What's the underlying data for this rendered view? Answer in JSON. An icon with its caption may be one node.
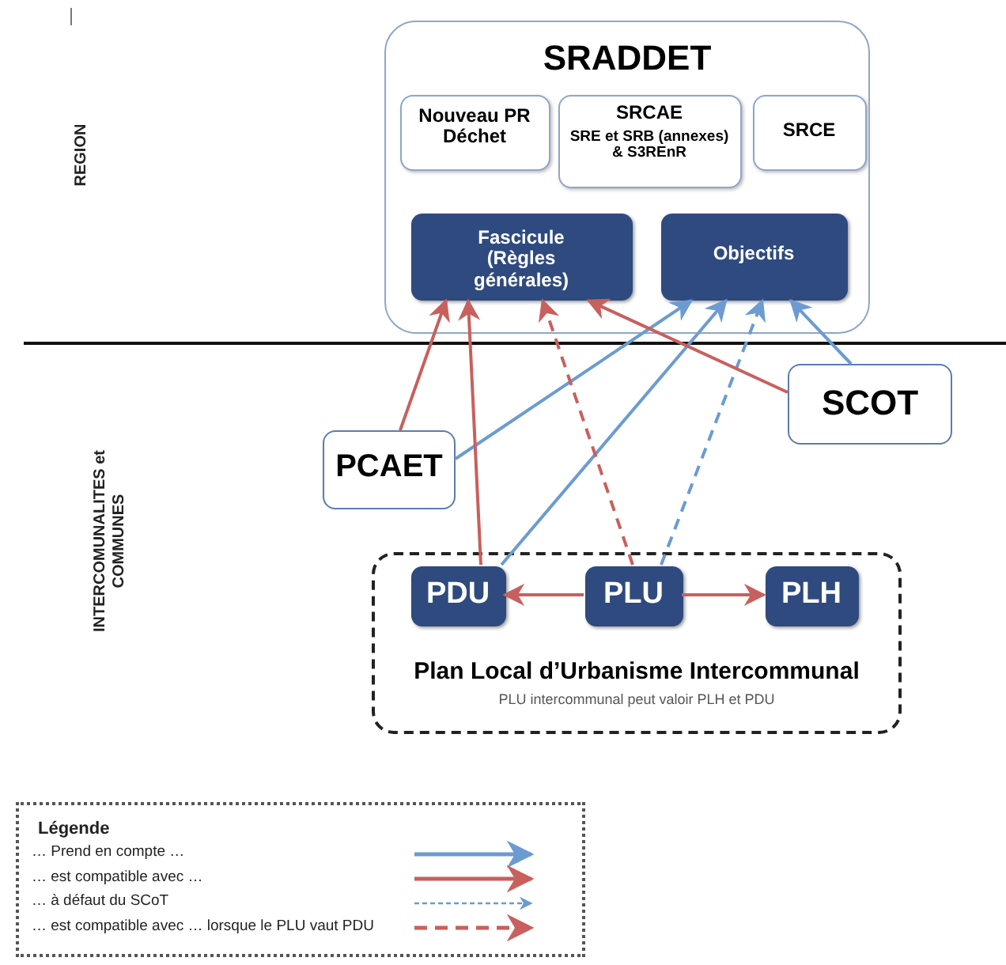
{
  "diagram": {
    "nodes": [
      {
        "text": [
          "SRADDET"
        ]
      },
      {
        "text": [
          "Nouveau PR Déchet"
        ],
        "in": 0
      },
      {
        "text": [
          "SRCAE",
          "SRE et SRB (annexes) & S3REnR"
        ],
        "in": 0
      },
      {
        "text": [
          "SRCE"
        ],
        "in": 0
      },
      {
        "text": [
          "Fascicule (Règles générales)"
        ],
        "in": 0
      },
      {
        "text": [
          "Objectifs"
        ],
        "in": 0
      },
      {
        "text": [
          "SCOT"
        ]
      },
      {
        "text": [
          "PCAET"
        ]
      },
      {
        "text": [
          "Plan Local d’Urbanisme Intercommunal",
          "PLU intercommunal peut valoir PLH et PDU"
        ]
      },
      {
        "text": [
          "PDU"
        ],
        "in": 8
      },
      {
        "text": [
          "PLU"
        ],
        "in": 8
      },
      {
        "text": [
          "PLH"
        ],
        "in": 8
      }
    ],
    "edges": [
      {
        "from": 7,
        "to": 4,
        "arrow": "to"
      },
      {
        "from": 7,
        "to": 5,
        "arrow": "to",
        "color": "#6b9bd1"
      },
      {
        "from": 9,
        "to": 4,
        "arrow": "to"
      },
      {
        "from": 9,
        "to": 5,
        "arrow": "to",
        "color": "#6b9bd1"
      },
      {
        "from": 10,
        "to": 4,
        "arrow": "to",
        "style": "dashed"
      },
      {
        "from": 10,
        "to": 5,
        "arrow": "to",
        "style": "dashed",
        "color": "#6b9bd1"
      },
      {
        "from": 6,
        "to": 4,
        "arrow": "to"
      },
      {
        "from": 6,
        "to": 5,
        "arrow": "to",
        "color": "#6b9bd1"
      },
      {
        "from": 10,
        "to": 9,
        "arrow": "to"
      },
      {
        "from": 10,
        "to": 11,
        "arrow": "to"
      }
    ],
    "labels": [
      "REGION",
      "INTERCOMUNALITES et COMMUNES",
      "Légende"
    ],
    "legend": [
      {
        "text": "… Prend en compte …"
      },
      {
        "text": "… est compatible avec …"
      },
      {
        "text": "… à défaut du SCoT"
      },
      {
        "text": "… est compatible avec … lorsque le PLU vaut PDU"
      }
    ]
  }
}
